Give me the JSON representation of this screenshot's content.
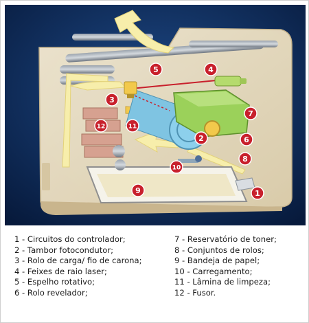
{
  "badges": [
    {
      "n": "1"
    },
    {
      "n": "2"
    },
    {
      "n": "3"
    },
    {
      "n": "4"
    },
    {
      "n": "5"
    },
    {
      "n": "6"
    },
    {
      "n": "7"
    },
    {
      "n": "8"
    },
    {
      "n": "9"
    },
    {
      "n": "10"
    },
    {
      "n": "11"
    },
    {
      "n": "12"
    }
  ],
  "legend": {
    "left": [
      "1 - Circuitos do controlador;",
      "2 - Tambor fotocondutor;",
      "3 - Rolo de carga/ fio de carona;",
      "4 - Feixes de raio laser;",
      "5 - Espelho rotativo;",
      "6 - Rolo revelador;"
    ],
    "right": [
      "7 - Reservatório de toner;",
      "8 - Conjuntos de rolos;",
      "9 - Bandeja de papel;",
      "10 - Carregamento;",
      "11 - Lâmina de limpeza;",
      "12 - Fusor."
    ]
  },
  "colors": {
    "background": "#0d2c5c",
    "printer_body": "#efe3c7",
    "paper_path": "#f7eeab",
    "toner": "#9bd15a",
    "drum": "#7fc4e2",
    "fuser": "#d6a190",
    "laser": "#c8202c",
    "badge": "#c8202c"
  }
}
